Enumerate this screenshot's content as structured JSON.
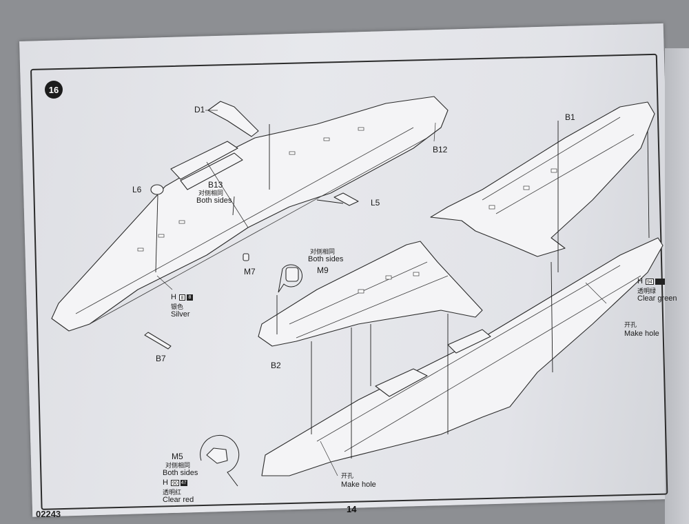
{
  "step": "16",
  "page_number": "14",
  "catalog_code": "02243",
  "parts": {
    "D1": "D1",
    "B12": "B12",
    "B1": "B1",
    "L6": "L6",
    "B13": "B13",
    "L5": "L5",
    "M7": "M7",
    "M9": "M9",
    "B7": "B7",
    "B2": "B2",
    "M5": "M5"
  },
  "notes": {
    "both_sides_cn": "对侧相同",
    "both_sides_en": "Both sides",
    "make_hole_cn": "开孔",
    "make_hole_en": "Make hole"
  },
  "paints": {
    "silver": {
      "prefix": "H",
      "code_a": "8",
      "code_b": "8",
      "cn": "银色",
      "en": "Silver"
    },
    "clear_green": {
      "prefix": "H",
      "code_a": "94",
      "code_b": "",
      "cn": "透明绿",
      "en": "Clear green"
    },
    "clear_red": {
      "prefix": "H",
      "code_a": "90",
      "code_b": "47",
      "cn": "透明红",
      "en": "Clear red"
    }
  }
}
